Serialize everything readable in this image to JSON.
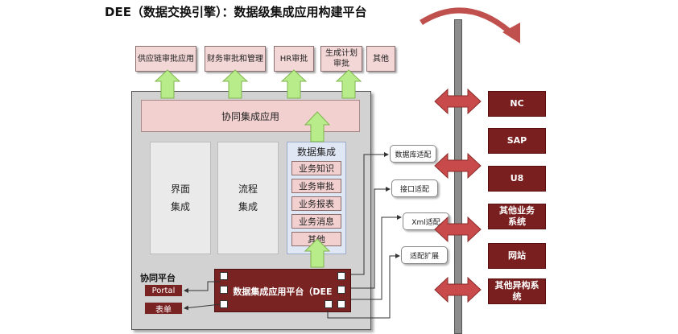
{
  "title": "DEE（数据交换引擎）：数据级集成应用构建平台",
  "top_apps": [
    "供应链审批应用",
    "财务审批和管理",
    "HR审批",
    "生成计划\n审批",
    "其他"
  ],
  "collab_app": "协同集成应用",
  "ui_integration": "界面\n集成",
  "flow_integration": "流程\n集成",
  "data_integration": {
    "title": "数据集成",
    "items": [
      "业务知识",
      "业务审批",
      "业务报表",
      "业务消息",
      "其他"
    ]
  },
  "collab_platform": {
    "title": "协同平台",
    "portal": "Portal",
    "form": "表单"
  },
  "dee_platform": "数据集成应用平台（DEE",
  "adapters": [
    "数据库适配",
    "接口适配",
    "Xml适配",
    "适配扩展"
  ],
  "systems": [
    "NC",
    "SAP",
    "U8",
    "其他业务\n系统",
    "网站",
    "其他异构系\n统"
  ],
  "colors": {
    "dark_red": "#7a1f1f",
    "light_pink": "#f3d6d6",
    "arrow_green": "#a8e06a",
    "arrow_red": "#c94a4a"
  }
}
